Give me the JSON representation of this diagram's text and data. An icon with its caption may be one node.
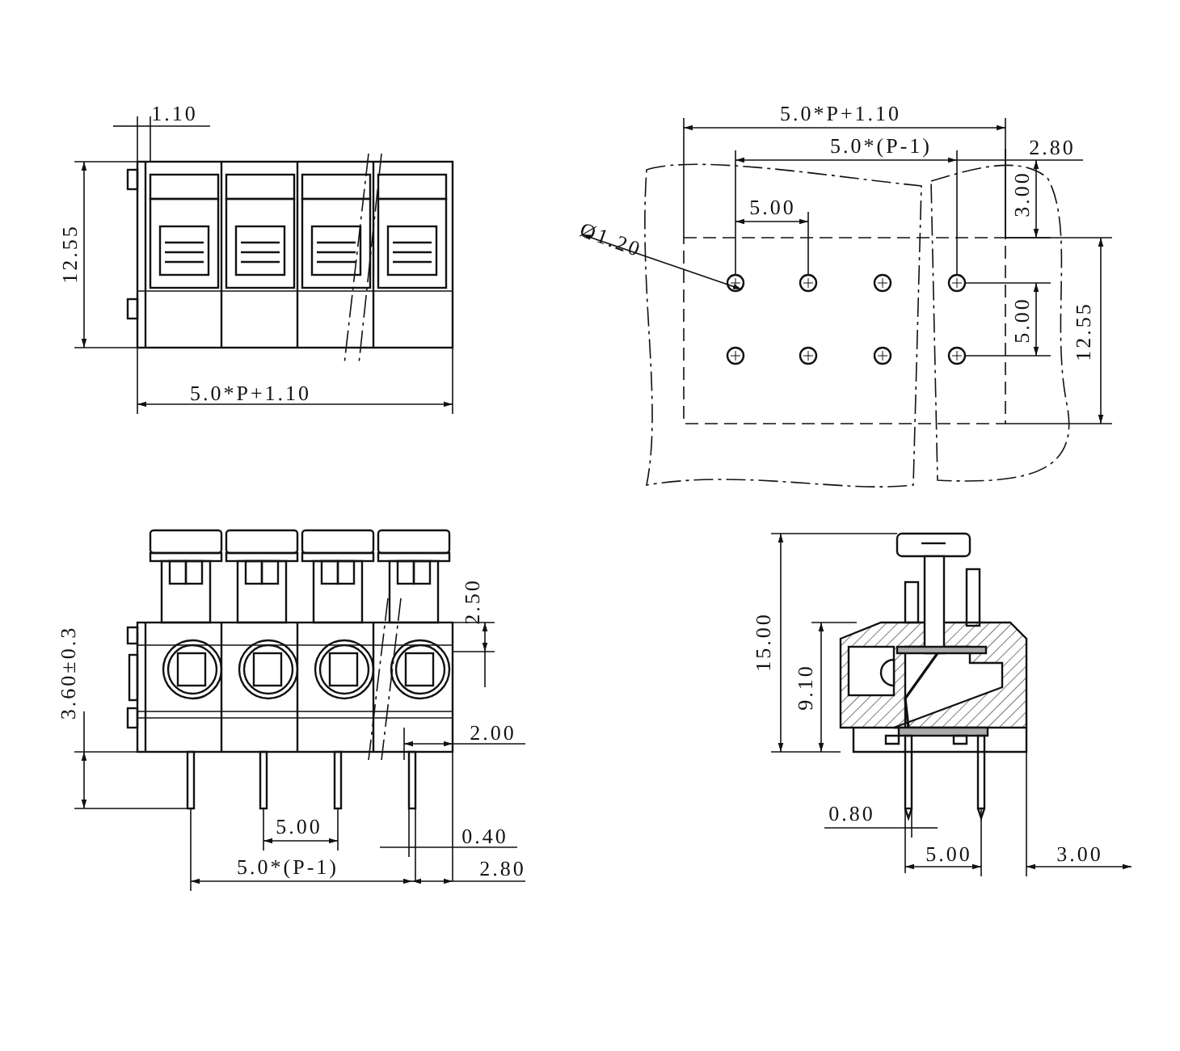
{
  "diagram": {
    "labels": [
      "1.10",
      "5.0*P+1.10",
      "5.0*(P-1)",
      "2.80",
      "12.55",
      "5.00",
      "3.00",
      "Ø1.20",
      "5.00",
      "12.55",
      "5.0*P+1.10",
      "2.50",
      "15.00",
      "3.60±0.3",
      "9.10",
      "2.00",
      "5.00",
      "0.80",
      "0.40",
      "5.0*(P-1)",
      "2.80",
      "5.00",
      "3.00"
    ]
  }
}
